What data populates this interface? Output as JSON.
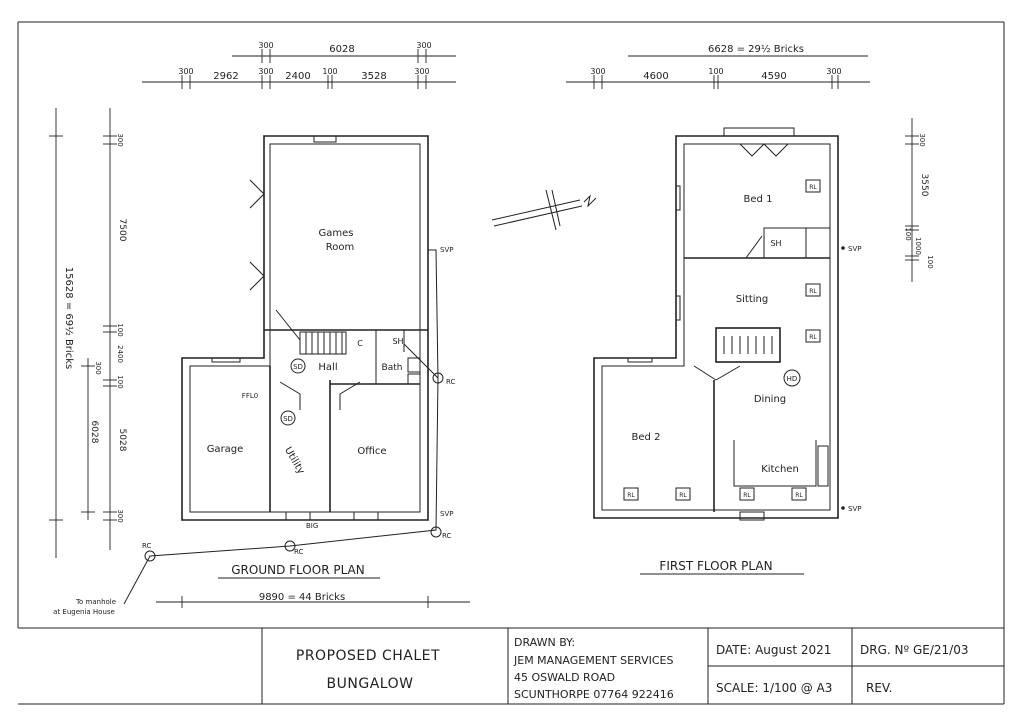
{
  "ground_floor": {
    "title": "GROUND FLOOR PLAN",
    "rooms": {
      "games_room_line1": "Games",
      "games_room_line2": "Room",
      "hall": "Hall",
      "bath": "Bath",
      "sh": "SH",
      "cupboard": "C",
      "garage": "Garage",
      "utility": "Utility",
      "office": "Office",
      "ffl": "FFL0"
    },
    "smoke_detectors": [
      "SD",
      "SD"
    ],
    "drainage": {
      "svp_top": "SVP",
      "svp_bottom": "SVP",
      "rc": [
        "RC",
        "RC",
        "RC",
        "RC"
      ],
      "big": "BIG",
      "manhole_line1": "To manhole",
      "manhole_line2": "at Eugenia House"
    },
    "dims_top_row1": [
      "300",
      "6028",
      "300"
    ],
    "dims_top_row2": [
      "300",
      "2962",
      "300",
      "2400",
      "100",
      "3528",
      "300"
    ],
    "dims_left_outer": "15628 = 69½ Bricks",
    "dims_left_inner": [
      "300",
      "7500",
      "100",
      "2400",
      "300",
      "100",
      "6028",
      "5028",
      "300"
    ],
    "dims_bottom": "9890 = 44 Bricks"
  },
  "first_floor": {
    "title": "FIRST FLOOR PLAN",
    "rooms": {
      "bed1": "Bed 1",
      "bed2": "Bed 2",
      "sitting": "Sitting",
      "dining": "Dining",
      "kitchen": "Kitchen",
      "sh": "SH"
    },
    "heat_detector": "HD",
    "rl_labels": [
      "RL",
      "RL",
      "RL",
      "RL",
      "RL",
      "RL",
      "RL"
    ],
    "svp_top": "SVP",
    "svp_bottom": "SVP",
    "dims_top_row1": "6628 = 29½ Bricks",
    "dims_top_row2": [
      "300",
      "4600",
      "100",
      "4590",
      "300"
    ],
    "dims_right": [
      "300",
      "3550",
      "100",
      "1000",
      "100"
    ]
  },
  "title_block": {
    "project_line1": "PROPOSED CHALET",
    "project_line2": "BUNGALOW",
    "drawn_by_label": "DRAWN BY:",
    "drawn_by_company": "JEM MANAGEMENT SERVICES",
    "drawn_by_address": "45 OSWALD ROAD",
    "drawn_by_town_phone": "SCUNTHORPE  07764 922416",
    "date": "DATE: August 2021",
    "drawing_no": "DRG. Nº GE/21/03",
    "scale": "SCALE: 1/100 @ A3",
    "revision": "REV."
  },
  "colors": {
    "ink": "#222222",
    "paper": "#ffffff"
  }
}
